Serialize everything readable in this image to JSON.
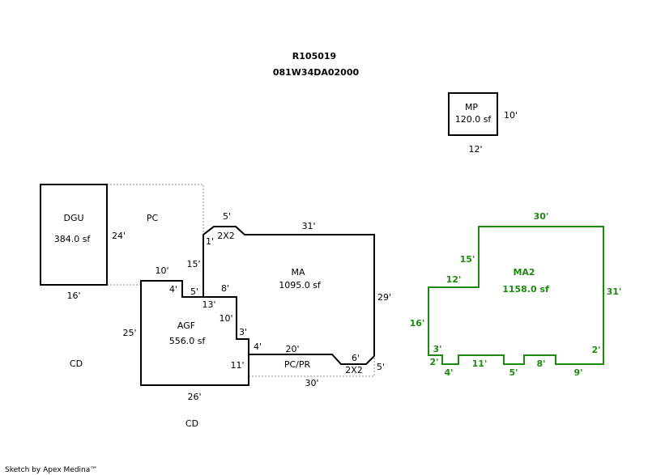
{
  "header": {
    "parcel_id": "R105019",
    "map_number": "081W34DA02000"
  },
  "colors": {
    "outline": "#000000",
    "green": "#1f8a10",
    "dotted": "#888888"
  },
  "areas": {
    "mp": {
      "name": "MP",
      "area": "120.0 sf",
      "dims": [
        "10'",
        "12'"
      ]
    },
    "dgu": {
      "name": "DGU",
      "area": "384.0 sf",
      "dims": [
        "24'",
        "16'"
      ]
    },
    "pc": {
      "name": "PC"
    },
    "ma": {
      "name": "MA",
      "area": "1095.0 sf",
      "dims": [
        "5'",
        "31'",
        "1'",
        "29'",
        "6'",
        "5'",
        "30'",
        "20'"
      ]
    },
    "agf": {
      "name": "AGF",
      "area": "556.0 sf",
      "dims": [
        "10'",
        "15'",
        "4'",
        "5'",
        "8'",
        "13'",
        "10'",
        "25'",
        "3'",
        "4'",
        "11'",
        "26'"
      ]
    },
    "pcpr": {
      "name": "PC/PR"
    },
    "twobytwo": [
      "2X2",
      "2X2"
    ],
    "ma2": {
      "name": "MA2",
      "area": "1158.0 sf",
      "dims": [
        "30'",
        "15'",
        "12'",
        "31'",
        "16'",
        "3'",
        "2'",
        "2'",
        "4'",
        "11'",
        "5'",
        "8'",
        "9'"
      ]
    }
  },
  "cd_labels": [
    "CD",
    "CD"
  ],
  "footer": "Sketch by Apex Medina™"
}
